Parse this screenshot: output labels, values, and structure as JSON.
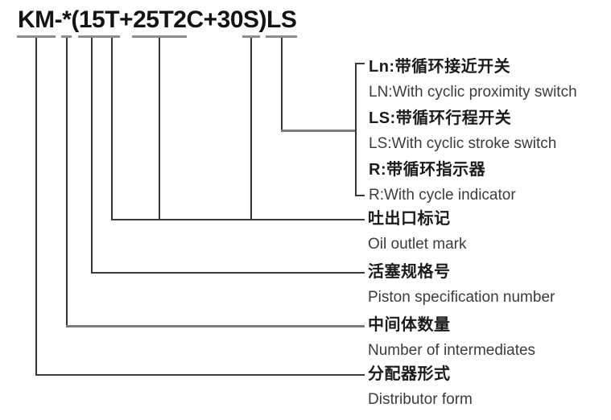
{
  "model_code": {
    "full": "KM-*(15T+25T2C+30S)LS",
    "segments": [
      {
        "text": "KM",
        "underline": true,
        "points_to": "distributor",
        "lead": true
      },
      {
        "text": "-",
        "underline": false
      },
      {
        "text": "*",
        "underline": true,
        "points_to": "intermediates",
        "lead": true
      },
      {
        "text": "(",
        "underline": false
      },
      {
        "text": "15",
        "underline": true,
        "points_to": "piston",
        "lead": true
      },
      {
        "text": "T",
        "underline": true,
        "points_to": "outlet",
        "lead": true
      },
      {
        "text": "+",
        "underline": false
      },
      {
        "text": "25T2",
        "underline": true,
        "points_to": "outlet",
        "lead": false
      },
      {
        "text": "C+30",
        "underline": false
      },
      {
        "text": "S",
        "underline": true,
        "points_to": "outlet",
        "lead": false
      },
      {
        "text": ")",
        "underline": false
      },
      {
        "text": "LS",
        "underline": true,
        "points_to": "suffix",
        "lead": true
      }
    ]
  },
  "suffix_legend": {
    "items": [
      {
        "cn": "Ln:带循环接近开关",
        "en": "LN:With cyclic proximity switch"
      },
      {
        "cn": "LS:带循环行程开关",
        "en": "LS:With cyclic stroke switch"
      },
      {
        "cn": "R:带循环指示器",
        "en": "R:With cycle indicator"
      }
    ]
  },
  "part_labels": [
    {
      "id": "outlet",
      "cn": "吐出口标记",
      "en": "Oil outlet mark"
    },
    {
      "id": "piston",
      "cn": "活塞规格号",
      "en": "Piston specification number"
    },
    {
      "id": "intermediates",
      "cn": "中间体数量",
      "en": "Number of intermediates"
    },
    {
      "id": "distributor",
      "cn": "分配器形式",
      "en": "Distributor form"
    }
  ],
  "colors": {
    "underline": "#8e8e8e",
    "line_dark": "#3a3a3a",
    "line_gray": "#7b7b7b",
    "title_text": "#141414",
    "cn_text": "#1b1b1b",
    "en_text": "#3c3c3c",
    "background": "#ffffff"
  }
}
